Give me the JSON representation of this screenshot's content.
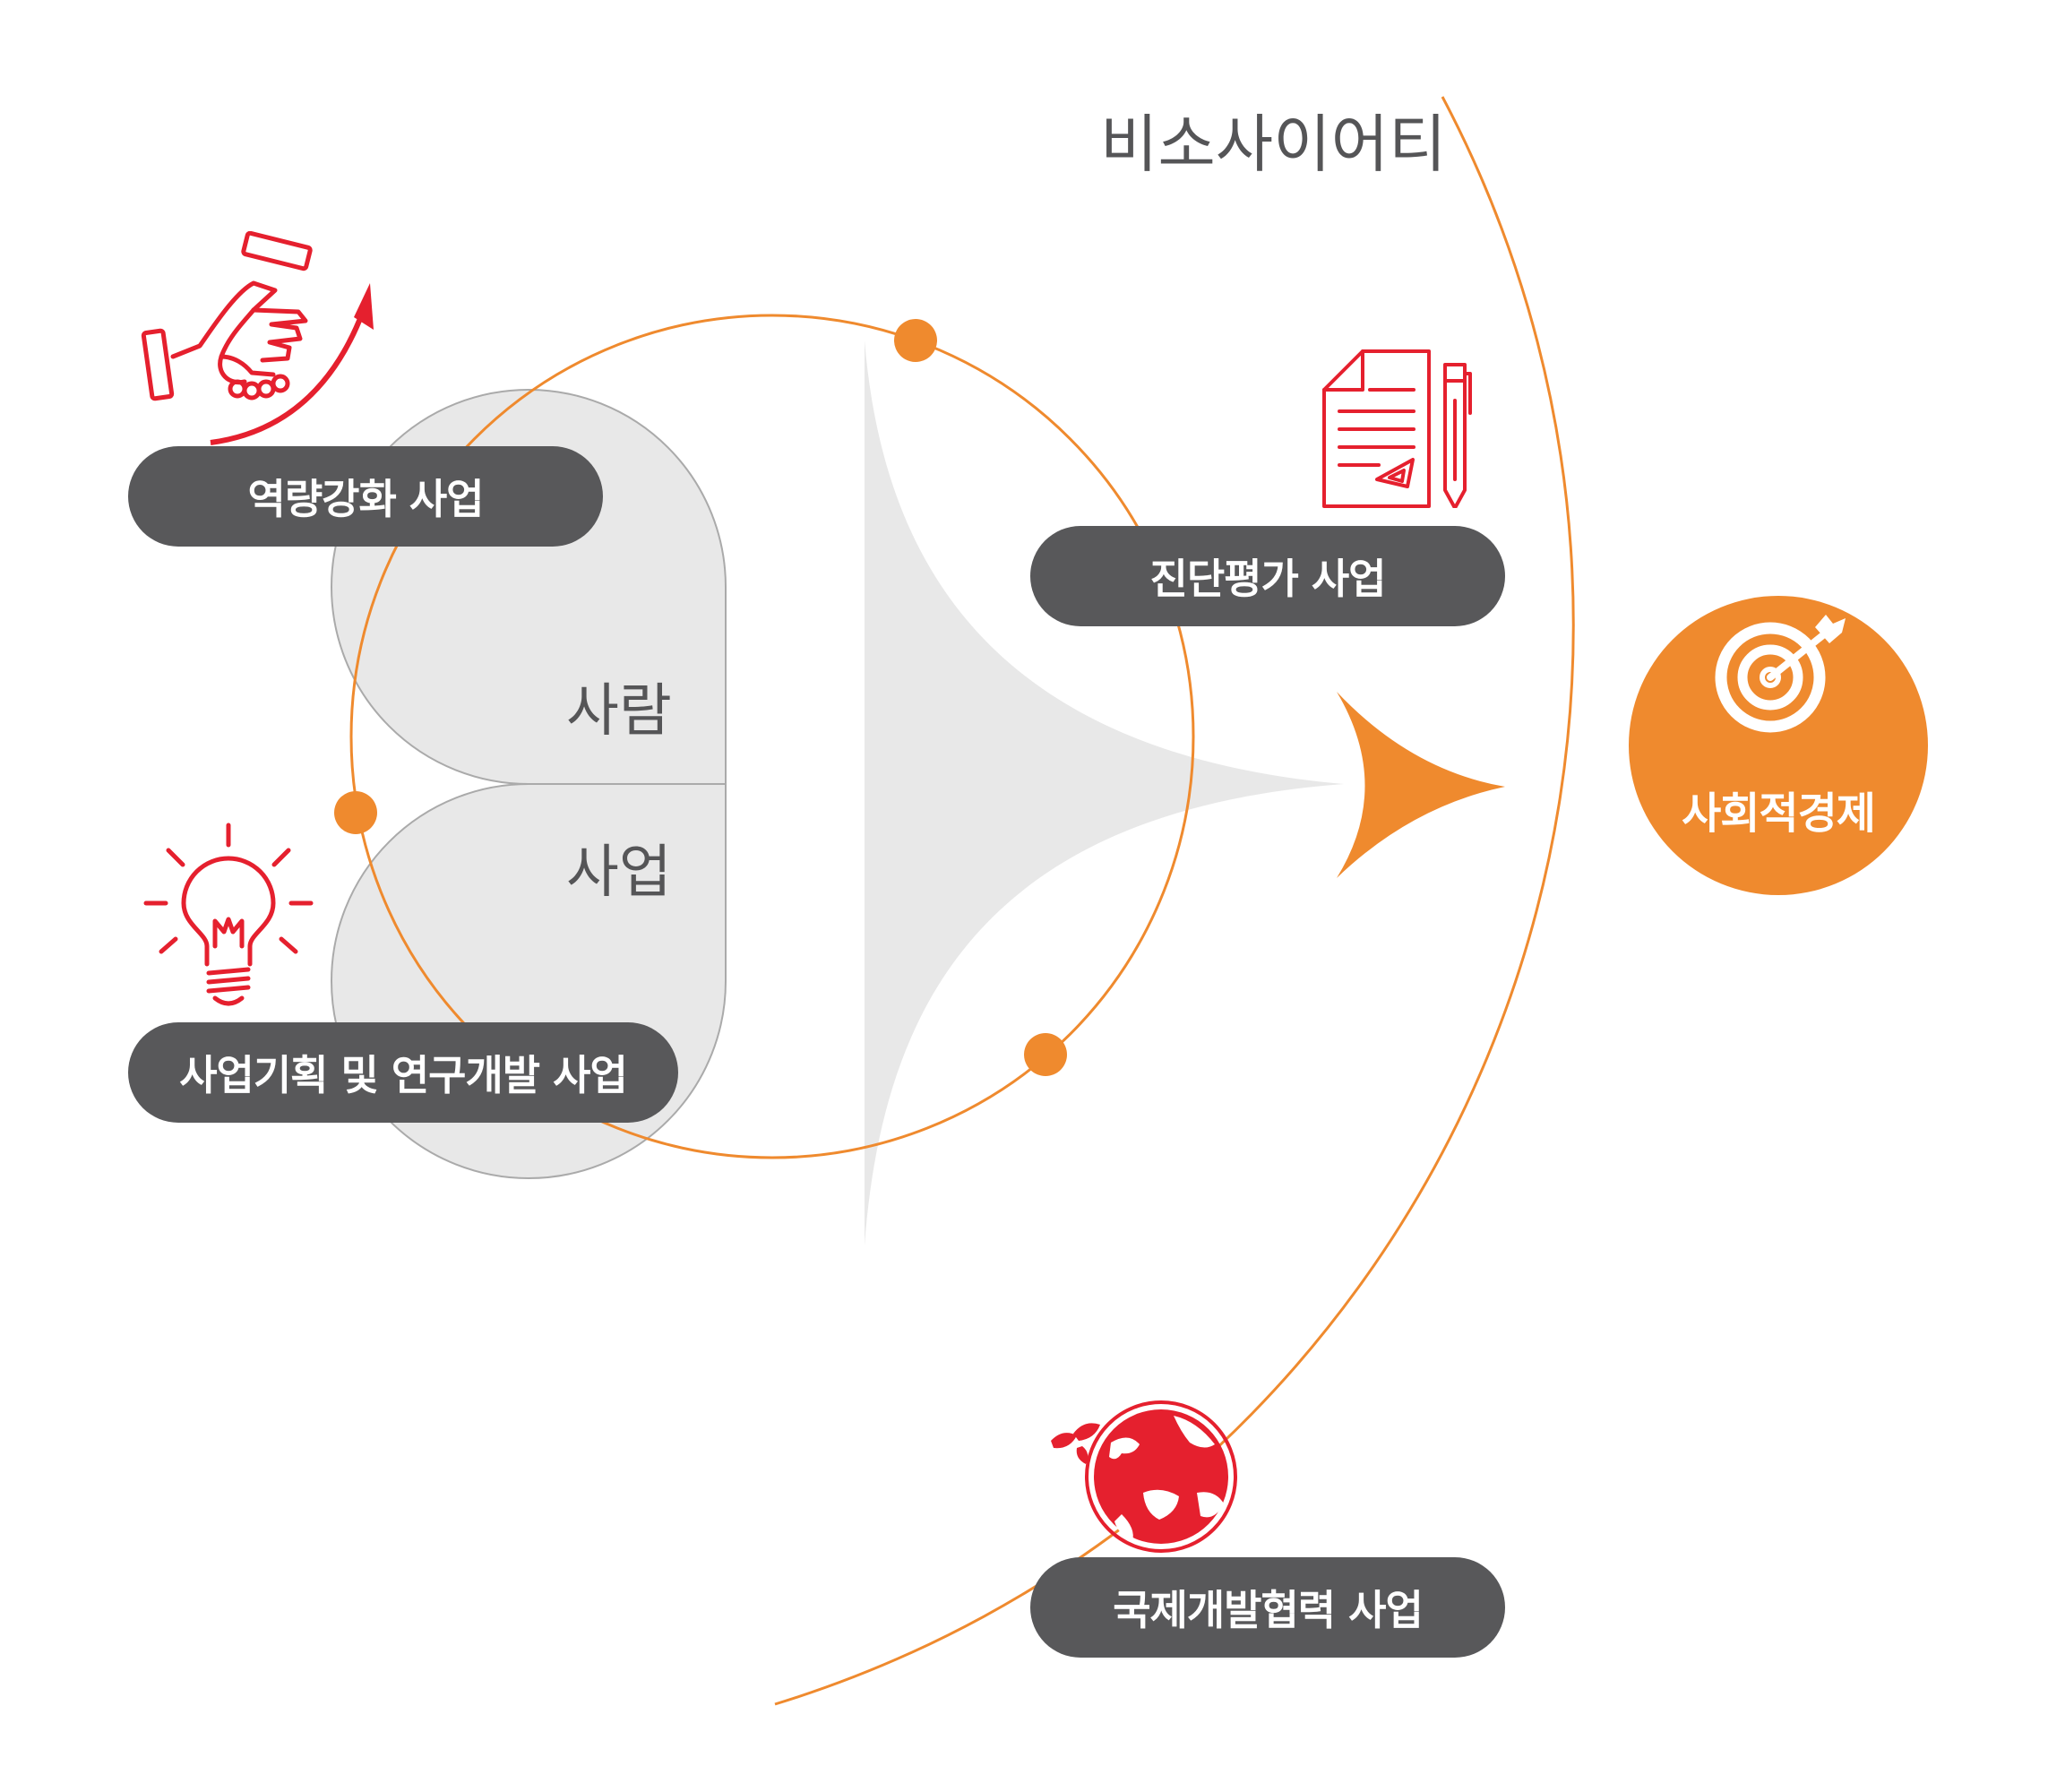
{
  "title": "비소사이어티",
  "core": {
    "top": "사람",
    "bottom": "사업"
  },
  "goal": "사회적경제",
  "programs": [
    {
      "label": "역량강화 사업",
      "icon": "handshake-growth-icon"
    },
    {
      "label": "사업기획 및 연구개발 사업",
      "icon": "lightbulb-icon"
    },
    {
      "label": "진단평가 사업",
      "icon": "document-pen-icon"
    },
    {
      "label": "국제개발협력 사업",
      "icon": "globe-icon"
    }
  ],
  "colors": {
    "orange": "#ef8a2e",
    "dark_gray": "#58585a",
    "light_gray": "#e8e8e8",
    "icon_red": "#e5202e"
  }
}
